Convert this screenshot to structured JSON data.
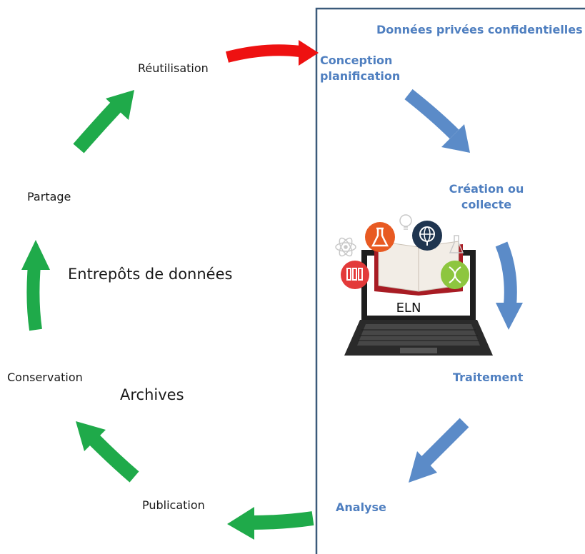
{
  "private_panel": {
    "title": "Données privées confidentielles",
    "steps": {
      "conception": [
        "Conception",
        "planification"
      ],
      "creation": [
        "Création ou",
        "collecte"
      ],
      "traitement": "Traitement",
      "analyse": "Analyse"
    }
  },
  "public_cycle": {
    "reutilisation": "Réutilisation",
    "partage": "Partage",
    "conservation": "Conservation",
    "publication": "Publication",
    "entrepots": "Entrepôts de données",
    "archives": "Archives"
  },
  "laptop": {
    "screen_label": "ELN"
  },
  "colors": {
    "panel_border": "#3b5a7a",
    "blue_arrow": "#5b8bc8",
    "green_arrow": "#1faa4a",
    "red_arrow": "#ee1111",
    "blue_text": "#4f7fc0"
  }
}
